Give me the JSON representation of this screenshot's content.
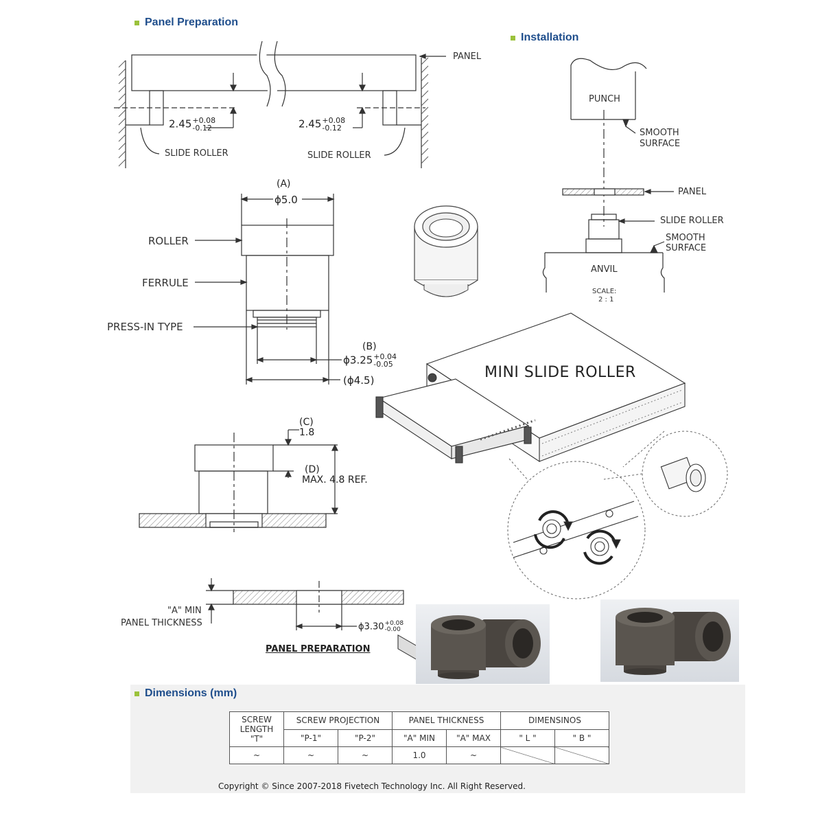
{
  "sections": {
    "panel_prep": "Panel Preparation",
    "installation": "Installation",
    "dimensions": "Dimensions (mm)"
  },
  "panel_drawing": {
    "panel_label": "PANEL",
    "slide_roller_left": "SLIDE ROLLER",
    "slide_roller_right": "SLIDE ROLLER",
    "dim_value": "2.45",
    "tol_plus": "+0.08",
    "tol_minus": "-0.12"
  },
  "part_drawing": {
    "a_label": "(A)",
    "a_value": "ϕ5.0",
    "roller": "ROLLER",
    "ferrule": "FERRULE",
    "press_in": "PRESS-IN TYPE",
    "b_label": "(B)",
    "b_value": "ϕ3.25",
    "b_tol_plus": "+0.04",
    "b_tol_minus": "-0.05",
    "outer": "(ϕ4.5)"
  },
  "installed_drawing": {
    "c_label": "(C)",
    "c_value": "1.8",
    "d_label": "(D)",
    "d_value": "MAX. 4.8 REF."
  },
  "panel_prep_drawing": {
    "a_min": "\"A\" MIN",
    "panel_thickness": "PANEL THICKNESS",
    "hole_value": "ϕ3.30",
    "hole_tol_plus": "+0.08",
    "hole_tol_minus": "-0.00",
    "caption": "PANEL PREPARATION"
  },
  "installation_drawing": {
    "punch": "PUNCH",
    "smooth1": "SMOOTH",
    "surface1": "SURFACE",
    "panel": "PANEL",
    "slide_roller": "SLIDE ROLLER",
    "smooth2": "SMOOTH",
    "surface2": "SURFACE",
    "anvil": "ANVIL",
    "scale": "SCALE:",
    "scale_value": "2 : 1"
  },
  "server": {
    "title": "MINI SLIDE ROLLER"
  },
  "table": {
    "h_screw_length": "SCREW LENGTH",
    "h_t": "\"T\"",
    "h_screw_projection": "SCREW PROJECTION",
    "h_panel_thickness": "PANEL THICKNESS",
    "h_dimensions": "DIMENSINOS",
    "sub_p1": "\"P-1\"",
    "sub_p2": "\"P-2\"",
    "sub_amin": "\"A\" MIN",
    "sub_amax": "\"A\" MAX",
    "sub_l": "\" L \"",
    "sub_b": "\" B \"",
    "row": [
      "~",
      "~",
      "~",
      "1.0",
      "~"
    ]
  },
  "copyright": "Copyright © Since 2007-2018 Fivetech Technology Inc. All Right Reserved.",
  "colors": {
    "heading": "#1f4e8c",
    "bullet": "#9bc23c",
    "line": "#333333"
  }
}
